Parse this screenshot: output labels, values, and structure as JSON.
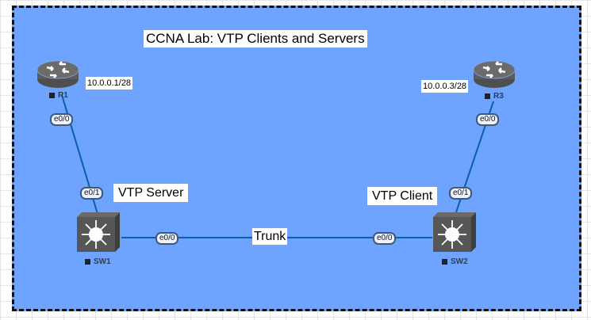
{
  "diagram": {
    "title": "CCNA Lab: VTP Clients and Servers",
    "colors": {
      "canvas_bg": "#6ea3ff",
      "link": "#0b5fa5",
      "device": "#5a5a5a",
      "border": "#111111"
    },
    "nodes": {
      "r1": {
        "name": "R1",
        "type": "router",
        "ip": "10.0.0.1/28"
      },
      "r3": {
        "name": "R3",
        "type": "router",
        "ip": "10.0.0.3/28"
      },
      "sw1": {
        "name": "SW1",
        "type": "layer3-switch",
        "role": "VTP Server"
      },
      "sw2": {
        "name": "SW2",
        "type": "layer3-switch",
        "role": "VTP Client"
      }
    },
    "links": [
      {
        "from": "R1",
        "from_if": "e0/0",
        "to": "SW1",
        "to_if": "e0/1"
      },
      {
        "from": "R3",
        "from_if": "e0/0",
        "to": "SW2",
        "to_if": "e0/1"
      },
      {
        "from": "SW1",
        "from_if": "e0/0",
        "to": "SW2",
        "to_if": "e0/0",
        "label": "Trunk"
      }
    ]
  }
}
